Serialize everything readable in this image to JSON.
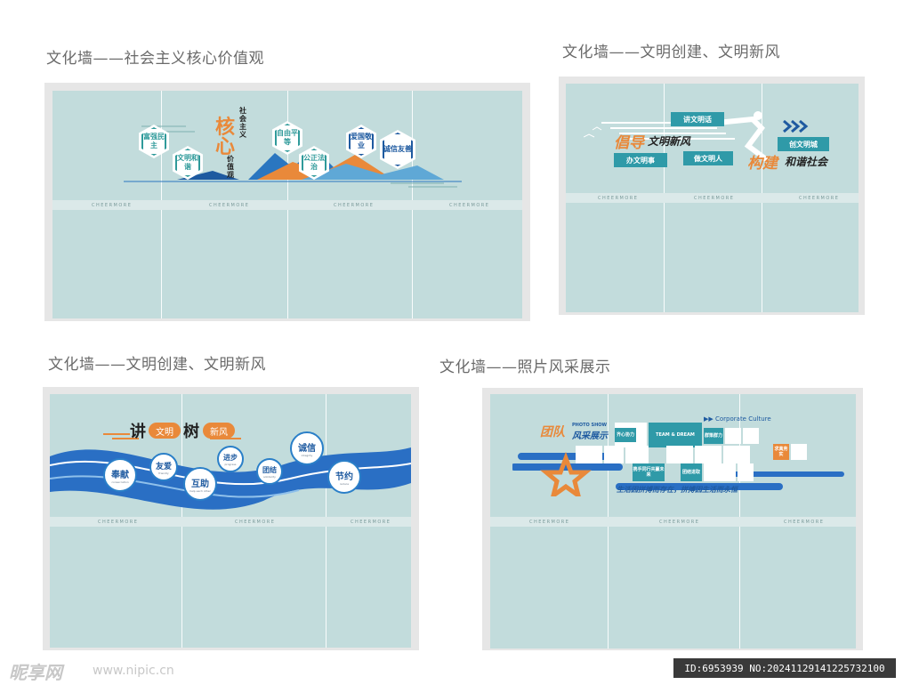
{
  "panel1": {
    "title": "文化墙——社会主义核心价值观",
    "brand": "CHEERMORE",
    "heading_small": "社会主义",
    "heading_big": "核心",
    "heading_bottom": "价值观",
    "hexes": [
      "富强民主",
      "文明和谐",
      "自由平等",
      "公正法治",
      "爱国敬业",
      "诚信友善"
    ]
  },
  "panel2": {
    "title": "文化墙——文明创建、文明新风",
    "brand": "CHEERMORE",
    "slogan_orange_1": "倡导",
    "slogan_dark_1": "文明新风",
    "slogan_orange_2": "构建",
    "slogan_dark_2": "和谐社会",
    "tags": [
      "讲文明话",
      "办文明事",
      "做文明人",
      "创文明城"
    ]
  },
  "panel3": {
    "title": "文化墙——文明创建、文明新风",
    "brand": "CHEERMORE",
    "headline": [
      "讲",
      "文明",
      "树",
      "新风"
    ],
    "circles": [
      {
        "label": "奉献",
        "sub": "consecration"
      },
      {
        "label": "友爱",
        "sub": "friendly"
      },
      {
        "label": "互助",
        "sub": "help each other"
      },
      {
        "label": "进步",
        "sub": "progress"
      },
      {
        "label": "团结",
        "sub": "solidarity"
      },
      {
        "label": "诚信",
        "sub": "integrity"
      },
      {
        "label": "节约",
        "sub": "reduce"
      }
    ]
  },
  "panel4": {
    "title": "文化墙——照片风采展示",
    "brand": "CHEERMORE",
    "team": "团队",
    "photo_show": "PHOTO SHOW",
    "style_show": "风采展示",
    "corporate": "Corporate Culture",
    "blue_boxes": [
      "齐心协力",
      "群策群力",
      "携手同行共赢未来",
      "团结进取"
    ],
    "team_dream": "TEAM & DREAM",
    "orange_box": "求真务实",
    "motto": "生活因拼搏而存在，拼搏因生活而永恒"
  },
  "watermark": {
    "logo": "昵享网",
    "url": "www.nipic.cn",
    "id": "ID:6953939 NO:20241129141225732100"
  },
  "colors": {
    "panel_bg": "#c2dcdc",
    "teal": "#2f9a9a",
    "blue": "#1e5aa0",
    "orange": "#e9893a"
  }
}
